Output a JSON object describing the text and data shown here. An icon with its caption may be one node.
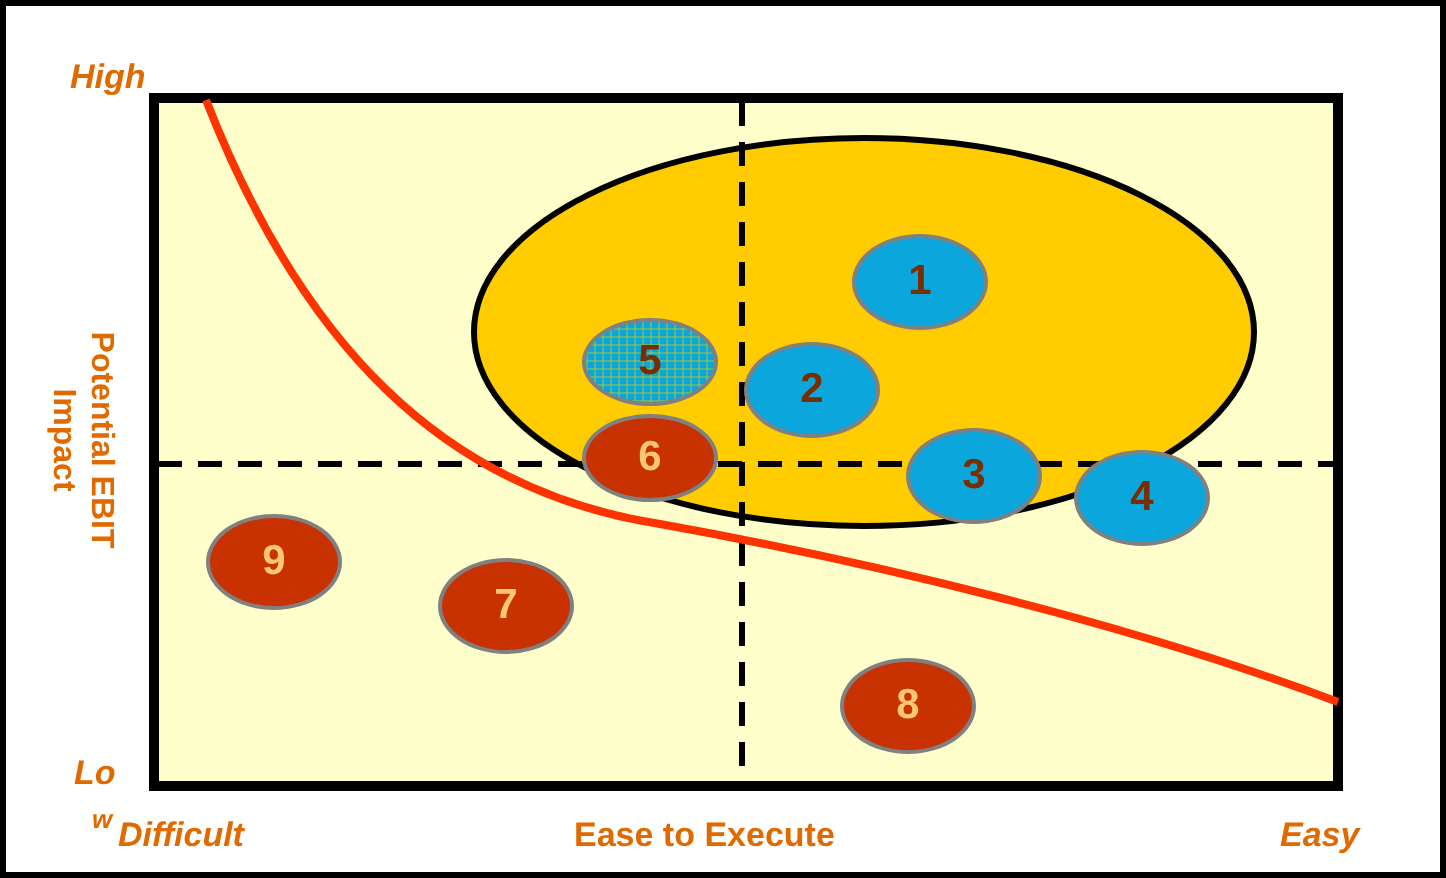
{
  "diagram": {
    "nodes": [
      {
        "text": [
          "1"
        ]
      },
      {
        "text": [
          "2"
        ]
      },
      {
        "text": [
          "3"
        ]
      },
      {
        "text": [
          "4"
        ]
      },
      {
        "text": [
          "5"
        ]
      },
      {
        "text": [
          "6"
        ]
      },
      {
        "text": [
          "7"
        ]
      },
      {
        "text": [
          "8"
        ]
      },
      {
        "text": [
          "9"
        ]
      }
    ],
    "edges": [],
    "labels": [
      "High",
      "Potential EBIT Impact",
      "Lo",
      "w",
      "Difficult",
      "Ease to Execute",
      "Easy"
    ]
  }
}
